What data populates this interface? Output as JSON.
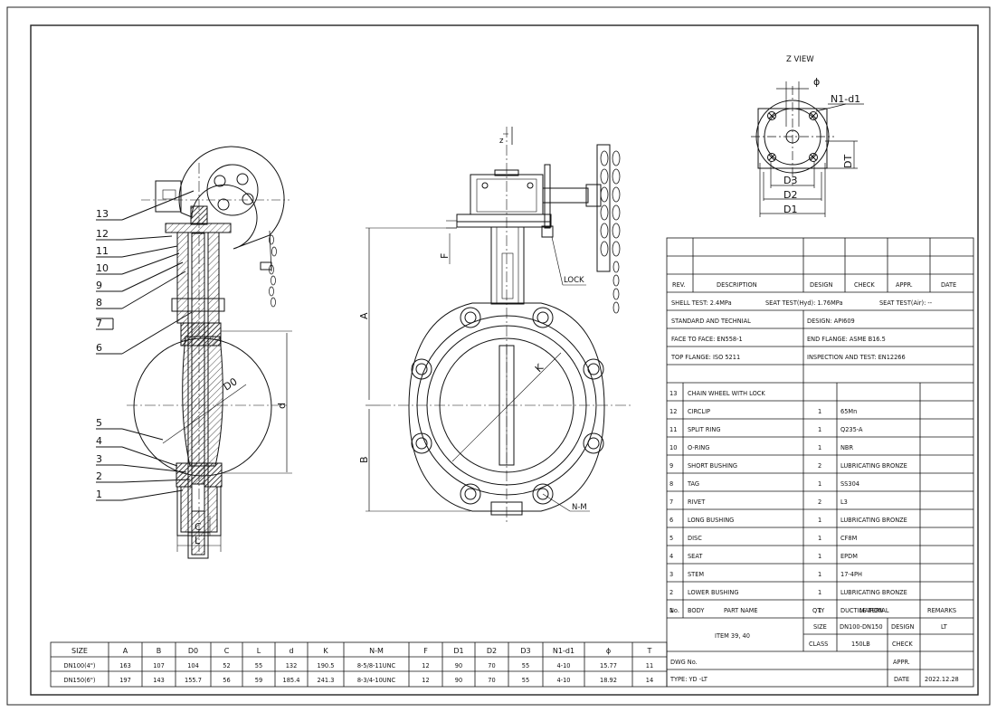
{
  "zview": {
    "title": "Z VIEW",
    "phi": "ϕ",
    "n1d1": "N1-d1",
    "d3": "D3",
    "d2": "D2",
    "d1": "D1",
    "dt": "DT"
  },
  "front": {
    "z": "z",
    "f": "F",
    "a": "A",
    "b": "B",
    "k": "K",
    "nm": "N-M",
    "lock": "LOCK"
  },
  "section": {
    "d0": "D0",
    "d": "d",
    "c": "C",
    "l": "L",
    "balloons": [
      "13",
      "12",
      "11",
      "10",
      "9",
      "8",
      "7",
      "6",
      "5",
      "4",
      "3",
      "2",
      "1"
    ]
  },
  "title_block": {
    "header": [
      "REV.",
      "DESCRIPTION",
      "DESIGN",
      "CHECK",
      "APPR.",
      "DATE"
    ],
    "shell_test": "SHELL TEST: 2.4MPa",
    "seat_test_hyd": "SEAT TEST(Hyd): 1.76MPa",
    "seat_test_air": "SEAT TEST(Air): --",
    "standard": "STANDARD AND TECHNIAL",
    "design_std": "DESIGN: API609",
    "face": "FACE TO FACE: EN558-1",
    "end_flange": "END FLANGE: ASME B16.5",
    "top_flange": "TOP FLANGE: ISO 5211",
    "inspection": "INSPECTION AND TEST: EN12266",
    "parts": [
      {
        "no": "13",
        "name": "CHAIN WHEEL WITH LOCK",
        "qty": "",
        "material": ""
      },
      {
        "no": "12",
        "name": "CIRCLIP",
        "qty": "1",
        "material": "65Mn"
      },
      {
        "no": "11",
        "name": "SPLIT RING",
        "qty": "1",
        "material": "Q235-A"
      },
      {
        "no": "10",
        "name": "O-RING",
        "qty": "1",
        "material": "NBR"
      },
      {
        "no": "9",
        "name": "SHORT BUSHING",
        "qty": "2",
        "material": "LUBRICATING BRONZE"
      },
      {
        "no": "8",
        "name": "TAG",
        "qty": "1",
        "material": "SS304"
      },
      {
        "no": "7",
        "name": "RIVET",
        "qty": "2",
        "material": "L3"
      },
      {
        "no": "6",
        "name": "LONG BUSHING",
        "qty": "1",
        "material": "LUBRICATING BRONZE"
      },
      {
        "no": "5",
        "name": "DISC",
        "qty": "1",
        "material": "CF8M"
      },
      {
        "no": "4",
        "name": "SEAT",
        "qty": "1",
        "material": "EPDM"
      },
      {
        "no": "3",
        "name": "STEM",
        "qty": "1",
        "material": "17-4PH"
      },
      {
        "no": "2",
        "name": "LOWER BUSHING",
        "qty": "1",
        "material": "LUBRICATING BRONZE"
      },
      {
        "no": "1",
        "name": "BODY",
        "qty": "1",
        "material": "DUCTILE IRON"
      }
    ],
    "parts_header": {
      "no": "No.",
      "name": "PART NAME",
      "qty": "QTY",
      "material": "MATERIAL",
      "remarks": "REMARKS"
    },
    "item": "ITEM 39, 40",
    "size_label": "SIZE",
    "size_value": "DN100-DN150",
    "class_label": "CLASS",
    "class_value": "150LB",
    "design_label": "DESIGN",
    "design_value": "LT",
    "check_label": "CHECK",
    "dwg_label": "DWG No.",
    "appr_label": "APPR.",
    "type_label": "TYPE: YD -LT",
    "date_label": "DATE",
    "date_value": "2022.12.28"
  },
  "dim_table": {
    "headers": [
      "SIZE",
      "A",
      "B",
      "D0",
      "C",
      "L",
      "d",
      "K",
      "N-M",
      "F",
      "D1",
      "D2",
      "D3",
      "N1-d1",
      "ϕ",
      "T"
    ],
    "rows": [
      [
        "DN100(4\")",
        "163",
        "107",
        "104",
        "52",
        "55",
        "132",
        "190.5",
        "8-5/8-11UNC",
        "12",
        "90",
        "70",
        "55",
        "4-10",
        "15.77",
        "11"
      ],
      [
        "DN150(6\")",
        "197",
        "143",
        "155.7",
        "56",
        "59",
        "185.4",
        "241.3",
        "8-3/4-10UNC",
        "12",
        "90",
        "70",
        "55",
        "4-10",
        "18.92",
        "14"
      ]
    ]
  }
}
